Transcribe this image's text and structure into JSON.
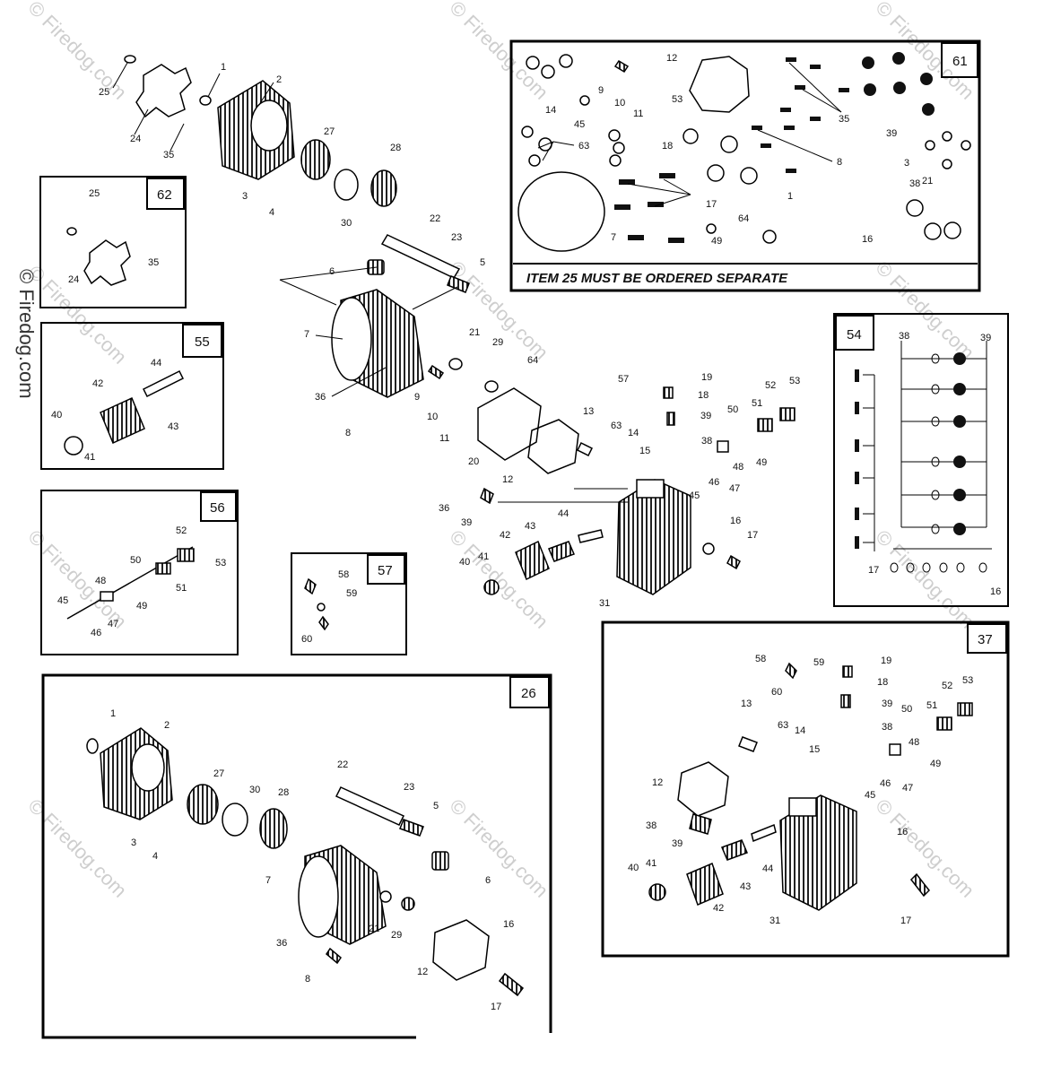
{
  "watermark": "© Firedog.com",
  "note": "ITEM 25 MUST BE ORDERED SEPARATE",
  "panels": {
    "p61": "61",
    "p62": "62",
    "p55": "55",
    "p56": "56",
    "p57": "57",
    "p54": "54",
    "p26": "26",
    "p37": "37"
  },
  "main_labels": [
    "1",
    "2",
    "25",
    "24",
    "35",
    "27",
    "28",
    "3",
    "4",
    "30",
    "22",
    "23",
    "5",
    "6",
    "7",
    "36",
    "21",
    "29",
    "9",
    "10",
    "11",
    "8",
    "64",
    "20",
    "13",
    "12",
    "63",
    "14",
    "15",
    "57",
    "19",
    "18",
    "39",
    "38",
    "50",
    "51",
    "52",
    "53",
    "48",
    "49",
    "47",
    "46",
    "45",
    "36",
    "39",
    "44",
    "43",
    "42",
    "41",
    "40",
    "16",
    "17",
    "31"
  ],
  "p61_labels": [
    "14",
    "9",
    "10",
    "11",
    "12",
    "45",
    "53",
    "35",
    "39",
    "63",
    "18",
    "3",
    "8",
    "38",
    "21",
    "17",
    "64",
    "16",
    "7",
    "49",
    "1"
  ],
  "p62_labels": [
    "25",
    "35",
    "24"
  ],
  "p55_labels": [
    "44",
    "42",
    "43",
    "40",
    "41"
  ],
  "p56_labels": [
    "52",
    "53",
    "50",
    "51",
    "48",
    "49",
    "45",
    "47",
    "46"
  ],
  "p57_labels": [
    "58",
    "59",
    "60"
  ],
  "p54_labels": [
    "38",
    "39",
    "17",
    "16"
  ],
  "p26_labels": [
    "1",
    "2",
    "27",
    "30",
    "28",
    "22",
    "23",
    "5",
    "3",
    "4",
    "7",
    "6",
    "21",
    "29",
    "36",
    "16",
    "12",
    "17",
    "8"
  ],
  "p37_labels": [
    "58",
    "59",
    "19",
    "18",
    "60",
    "39",
    "38",
    "13",
    "52",
    "53",
    "50",
    "51",
    "63",
    "14",
    "15",
    "12",
    "48",
    "49",
    "45",
    "46",
    "47",
    "38",
    "39",
    "16",
    "40",
    "41",
    "44",
    "43",
    "42",
    "31",
    "17"
  ]
}
